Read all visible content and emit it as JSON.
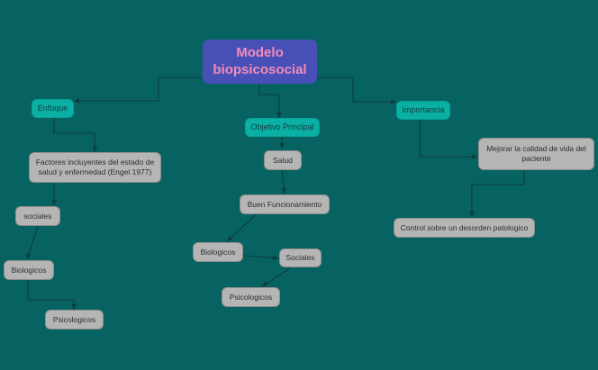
{
  "diagram": {
    "type": "mind-map",
    "background_color": "#076361",
    "root": {
      "label": "Modelo biopsicosocial",
      "line1": "Modelo",
      "line2": "biopsicosocial",
      "color": "#4850b8",
      "text_color": "#f48cb6"
    },
    "nodes": [
      {
        "id": "enfoque",
        "label": "Enfoque",
        "style": "teal"
      },
      {
        "id": "factores",
        "label": "Factores incluyentes del estado de salud y enfermedad (Engel 1977)",
        "line1": "Factores incluyentes del estado de",
        "line2": "salud y enfermedad (Engel 1977)",
        "style": "gray"
      },
      {
        "id": "sociales-izq",
        "label": "sociales",
        "style": "gray"
      },
      {
        "id": "biologicos-izq",
        "label": "Biologicos",
        "style": "gray"
      },
      {
        "id": "psicologicos-izq",
        "label": "Psicologicos",
        "style": "gray"
      },
      {
        "id": "objetivo-principal",
        "label": "Objetivo Principal",
        "style": "teal"
      },
      {
        "id": "salud",
        "label": "Salud",
        "style": "gray"
      },
      {
        "id": "buen-funcionamiento",
        "label": "Buen Funcionamiento",
        "style": "gray"
      },
      {
        "id": "biologicos-centro",
        "label": "Biologicos",
        "style": "gray"
      },
      {
        "id": "sociales-centro",
        "label": "Sociales",
        "style": "gray"
      },
      {
        "id": "psicologicos-centro",
        "label": "Psicologicos",
        "style": "gray"
      },
      {
        "id": "importancia",
        "label": "Importancia",
        "style": "teal"
      },
      {
        "id": "mejorar-calidad",
        "label": "Mejorar la calidad de vida del paciente",
        "line1": "Mejorar la calidad de vida del",
        "line2": "paciente",
        "style": "gray"
      },
      {
        "id": "control-desorden",
        "label": "Control sobre un desorden patologico",
        "style": "gray"
      }
    ],
    "colors": {
      "teal_node": "#0bb0a4",
      "gray_node": "#b5b5b5",
      "root_node": "#4850b8",
      "edge": "#0d3c3c",
      "background": "#076361"
    }
  }
}
